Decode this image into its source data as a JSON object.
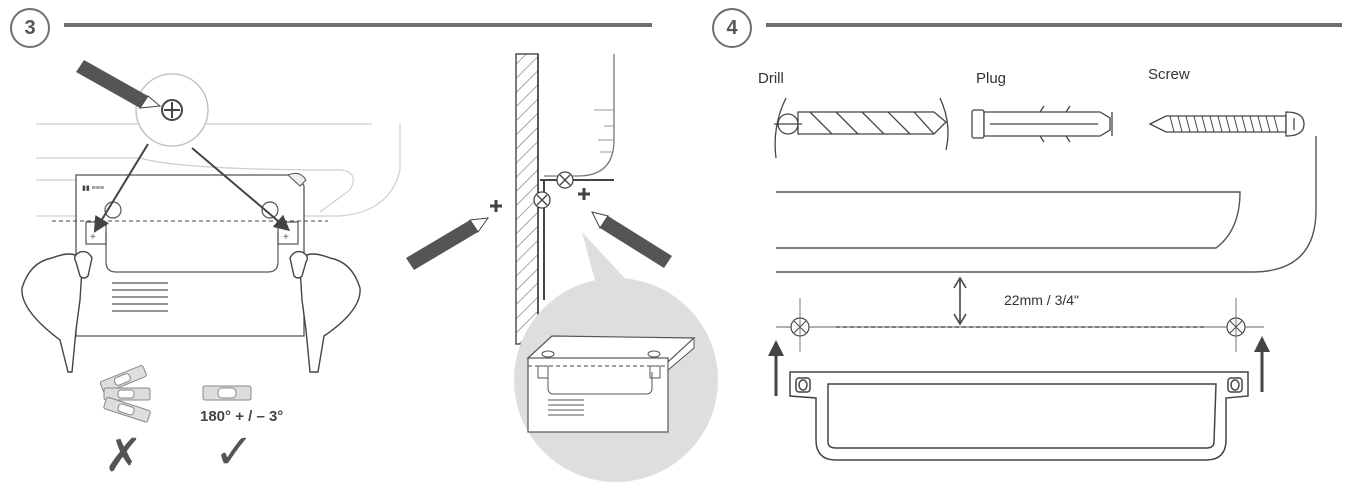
{
  "steps": [
    {
      "number": "3"
    },
    {
      "number": "4"
    }
  ],
  "step3": {
    "level_tolerance": "180° + / – 3°",
    "wrong_mark": "✗",
    "right_mark": "✓"
  },
  "step4": {
    "parts": [
      {
        "label": "Drill"
      },
      {
        "label": "Plug"
      },
      {
        "label": "Screw"
      }
    ],
    "gap_measure": "22mm / 3/4\""
  }
}
